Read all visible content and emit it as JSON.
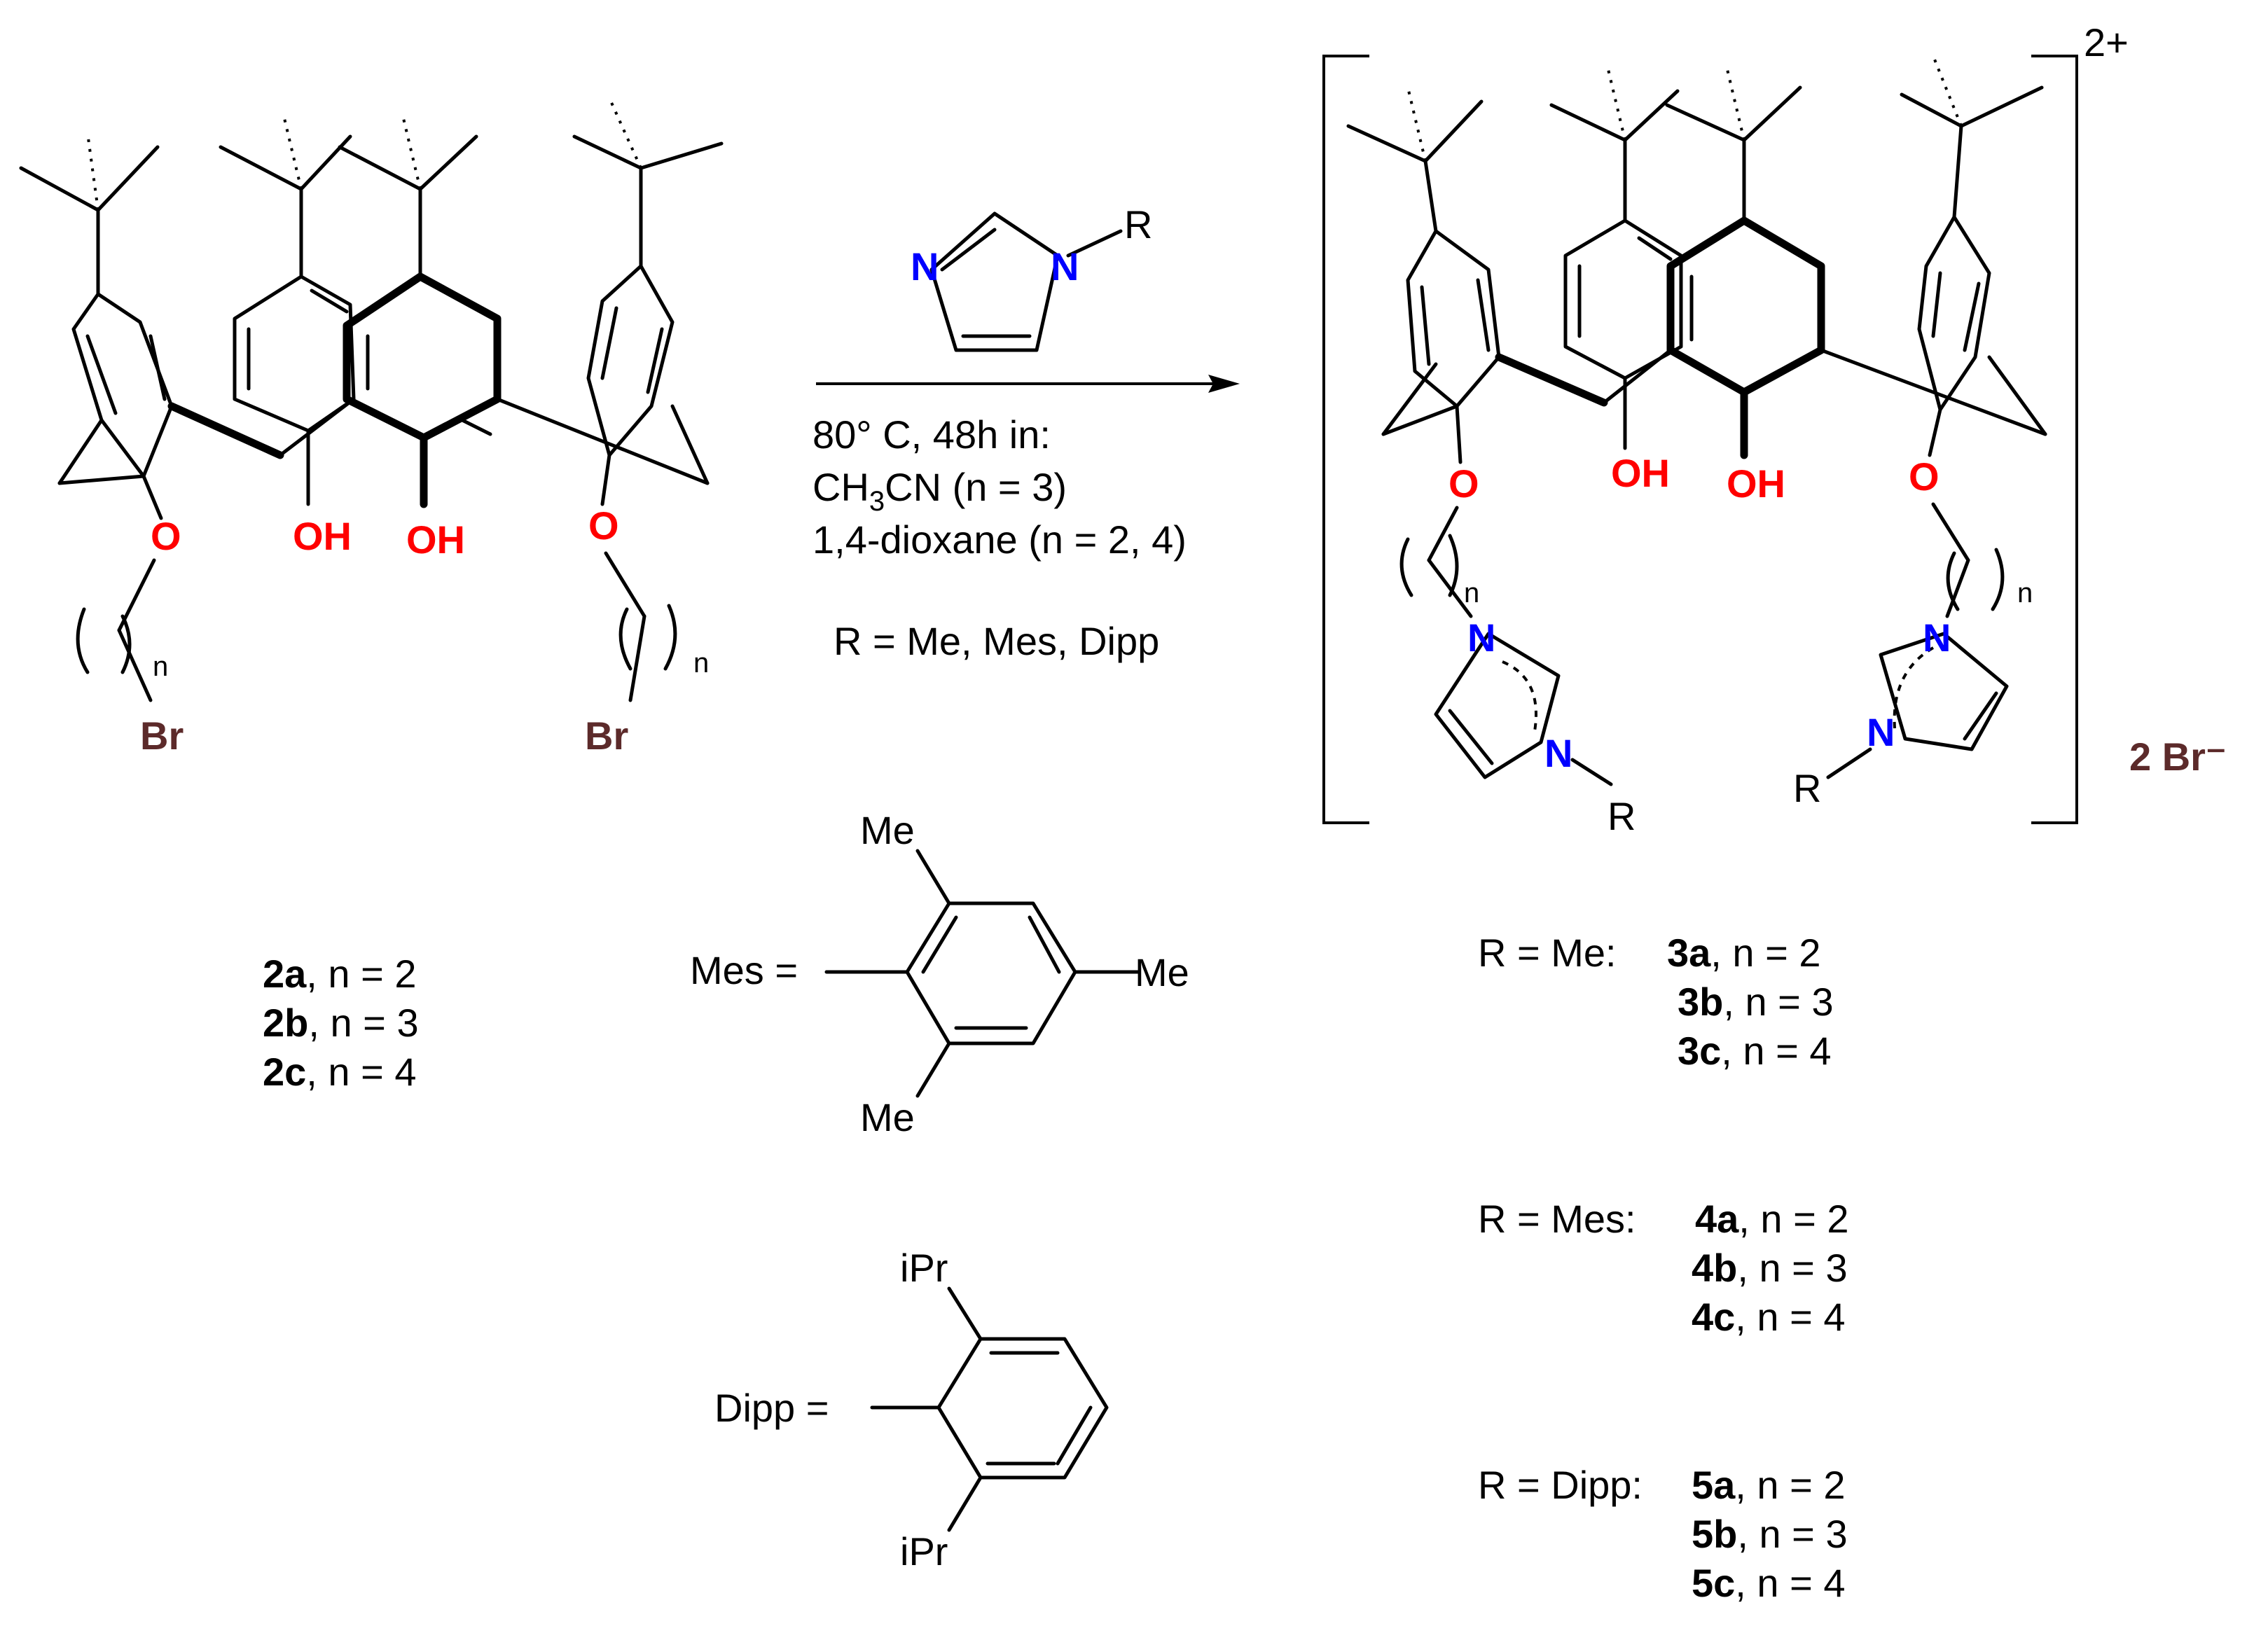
{
  "reagent": {
    "N_left": "N",
    "N_right": "N",
    "R": "R"
  },
  "conditions": {
    "line1": "80° C, 48h in:",
    "line2_pre": "CH",
    "line2_sub": "3",
    "line2_post": "CN (n = 3)",
    "line3": "1,4-dioxane (n = 2, 4)",
    "line4": "R = Me, Mes, Dipp"
  },
  "starting": {
    "O_left": "O",
    "O_right": "O",
    "OH_1": "OH",
    "OH_2": "OH",
    "n_left": "n",
    "n_right": "n",
    "Br_left": "Br",
    "Br_right": "Br"
  },
  "product": {
    "charge": "2+",
    "counterion": "2 Br⁻",
    "O_left": "O",
    "O_right": "O",
    "OH_1": "OH",
    "OH_2": "OH",
    "n_left": "n",
    "n_right": "n",
    "N1_left": "N",
    "N3_left": "N",
    "R_left": "R",
    "N1_right": "N",
    "N3_right": "N",
    "R_right": "R"
  },
  "compounds_2": [
    {
      "id": "2a",
      "rest": ", n = 2"
    },
    {
      "id": "2b",
      "rest": ", n = 3"
    },
    {
      "id": "2c",
      "rest": ", n = 4"
    }
  ],
  "mes": {
    "label": "Mes =",
    "me_top": "Me",
    "me_right": "Me",
    "me_bottom": "Me"
  },
  "dipp": {
    "label": "Dipp =",
    "ipr_top": "iPr",
    "ipr_bottom": "iPr"
  },
  "compounds_3": {
    "prefix": "R = Me:",
    "rows": [
      {
        "id": "3a",
        "rest": ", n = 2"
      },
      {
        "id": "3b",
        "rest": ", n = 3"
      },
      {
        "id": "3c",
        "rest": ", n = 4"
      }
    ]
  },
  "compounds_4": {
    "prefix": "R = Mes:",
    "rows": [
      {
        "id": "4a",
        "rest": ", n = 2"
      },
      {
        "id": "4b",
        "rest": ", n = 3"
      },
      {
        "id": "4c",
        "rest": ", n = 4"
      }
    ]
  },
  "compounds_5": {
    "prefix": "R = Dipp:",
    "rows": [
      {
        "id": "5a",
        "rest": ", n = 2"
      },
      {
        "id": "5b",
        "rest": ", n = 3"
      },
      {
        "id": "5c",
        "rest": ", n = 4"
      }
    ]
  },
  "colors": {
    "oxygen": "#ff0000",
    "nitrogen": "#0000ff",
    "bromine": "#5c2a2a",
    "bond": "#000000"
  }
}
